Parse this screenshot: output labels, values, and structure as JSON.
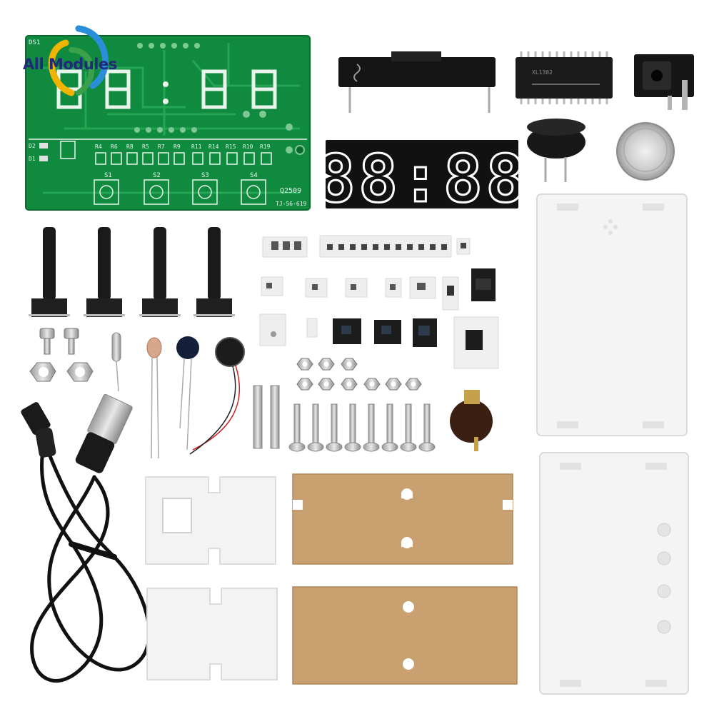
{
  "brand": {
    "name": "All Modules",
    "colors": {
      "text": "#1f2a7a",
      "ring_blue": "#2a8fd8",
      "ring_yellow": "#f0b400",
      "ring_green": "#3aa14a"
    }
  },
  "pcb": {
    "designator": "DS1",
    "resistor_labels": [
      "R4",
      "R6",
      "R8",
      "R5",
      "R7",
      "R9",
      "R11",
      "R14",
      "R15",
      "R10",
      "R19"
    ],
    "switch_labels": [
      "S1",
      "S2",
      "S3",
      "S4"
    ],
    "diode_labels": [
      "D2",
      "D1"
    ],
    "transistor_label": "Q2509",
    "board_code": "TJ-56-619",
    "color": "#0f8a3e"
  },
  "display": {
    "digits": "88:88",
    "color": "#ffffff",
    "background": "#111111"
  },
  "chip": {
    "marking": "XL1302"
  },
  "colors": {
    "acrylic": "#f4f4f4",
    "cardboard": "#c9a06f",
    "cable": "#111111"
  }
}
